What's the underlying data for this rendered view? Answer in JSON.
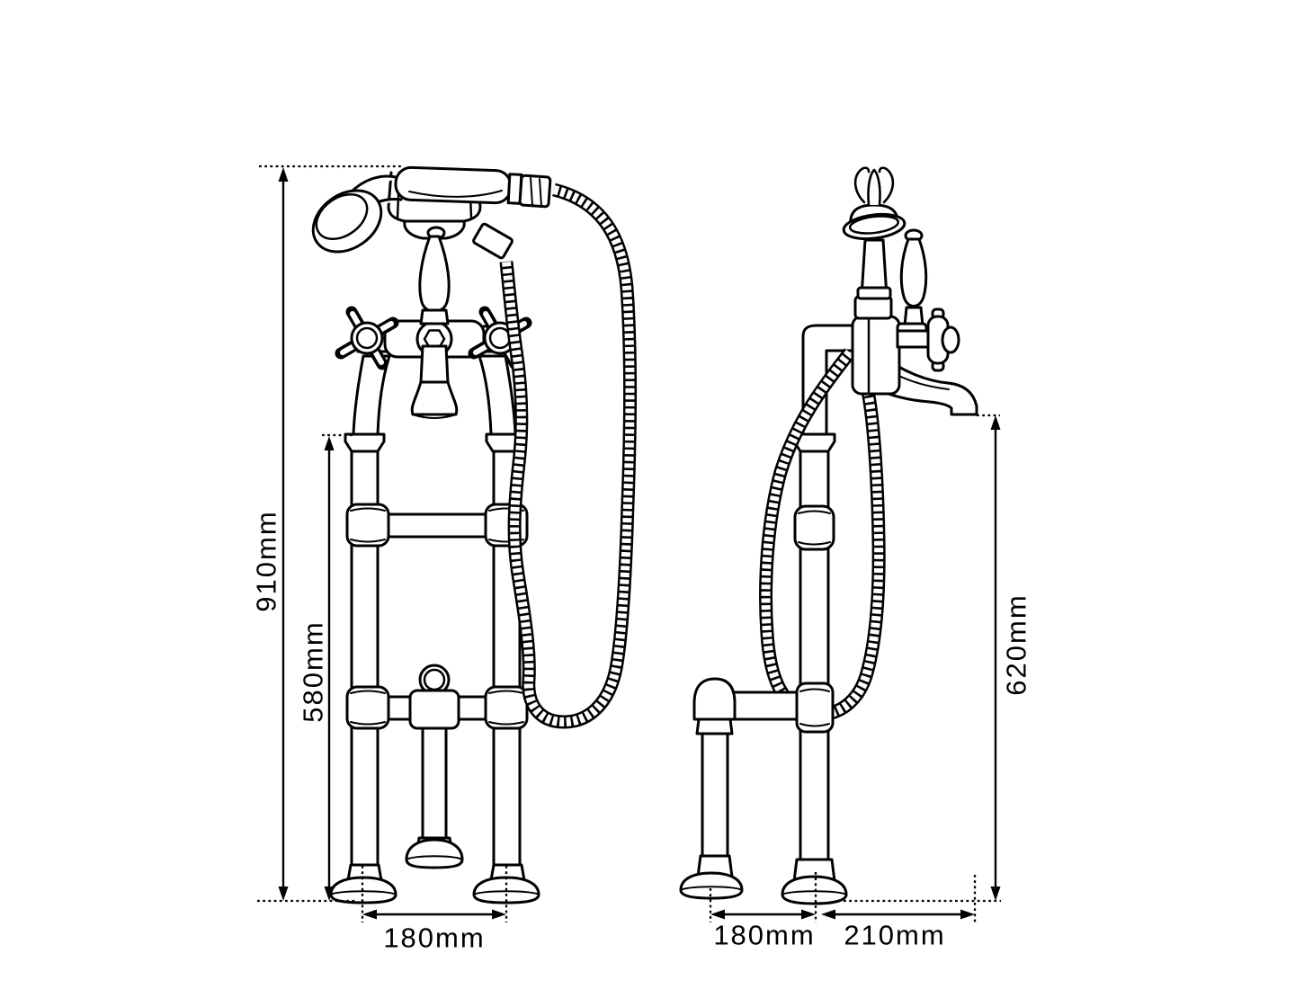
{
  "diagram": {
    "kind": "technical-dimension-drawing",
    "colors": {
      "line": "#000000",
      "background": "#ffffff"
    },
    "views": {
      "front": {
        "dimensions": {
          "overall_height": {
            "label": "910mm",
            "value": 910,
            "unit": "mm"
          },
          "standpipe_height": {
            "label": "580mm",
            "value": 580,
            "unit": "mm"
          },
          "foot_centres": {
            "label": "180mm",
            "value": 180,
            "unit": "mm"
          }
        }
      },
      "side": {
        "dimensions": {
          "spout_height": {
            "label": "620mm",
            "value": 620,
            "unit": "mm"
          },
          "foot_centres": {
            "label": "180mm",
            "value": 180,
            "unit": "mm"
          },
          "spout_projection": {
            "label": "210mm",
            "value": 210,
            "unit": "mm"
          }
        }
      }
    }
  }
}
